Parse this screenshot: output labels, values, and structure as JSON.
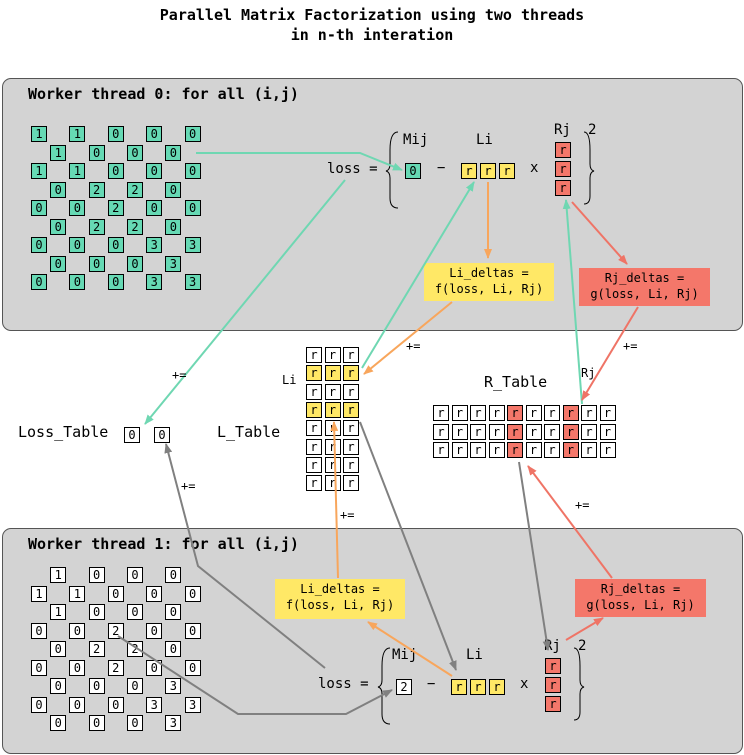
{
  "title": {
    "line1": "Parallel Matrix Factorization using two threads",
    "line2": "in n-th interation"
  },
  "worker0": {
    "title": "Worker thread 0: for all (i,j)",
    "matrix_rows": [
      [
        "1",
        "1",
        "0",
        "0",
        "0"
      ],
      [
        "1",
        "0",
        "0",
        "0"
      ],
      [
        "1",
        "1",
        "0",
        "0",
        "0"
      ],
      [
        "0",
        "2",
        "2",
        "0"
      ],
      [
        "0",
        "0",
        "2",
        "0",
        "0"
      ],
      [
        "0",
        "2",
        "2",
        "0"
      ],
      [
        "0",
        "0",
        "0",
        "3",
        "3"
      ],
      [
        "0",
        "0",
        "0",
        "3"
      ],
      [
        "0",
        "0",
        "0",
        "3",
        "3"
      ]
    ],
    "loss_label": "loss =",
    "mij_label": "Mij",
    "mij_value": "0",
    "minus": "−",
    "li_label": "Li",
    "times": "x",
    "rj_label": "Rj",
    "power": "2",
    "li_deltas_line1": "Li_deltas =",
    "li_deltas_line2": "f(loss, Li, Rj)",
    "rj_deltas_line1": "Rj_deltas =",
    "rj_deltas_line2": "g(loss, Li, Rj)"
  },
  "worker1": {
    "title": "Worker thread 1: for all (i,j)",
    "matrix_rows": [
      [
        "1",
        "0",
        "0",
        "0"
      ],
      [
        "1",
        "1",
        "0",
        "0",
        "0"
      ],
      [
        "1",
        "0",
        "0",
        "0"
      ],
      [
        "0",
        "0",
        "2",
        "0",
        "0"
      ],
      [
        "0",
        "2",
        "2",
        "0"
      ],
      [
        "0",
        "0",
        "2",
        "0",
        "0"
      ],
      [
        "0",
        "0",
        "0",
        "3"
      ],
      [
        "0",
        "0",
        "0",
        "3",
        "3"
      ],
      [
        "0",
        "0",
        "0",
        "3"
      ]
    ],
    "loss_label": "loss =",
    "mij_label": "Mij",
    "mij_value": "2",
    "minus": "−",
    "li_label": "Li",
    "times": "x",
    "rj_label": "Rj",
    "power": "2",
    "li_deltas_line1": "Li_deltas =",
    "li_deltas_line2": "f(loss, Li, Rj)",
    "rj_deltas_line1": "Rj_deltas =",
    "rj_deltas_line2": "g(loss, Li, Rj)"
  },
  "cell_r": "r",
  "loss_table": {
    "label": "Loss_Table",
    "values": [
      "0",
      "0"
    ]
  },
  "l_table": {
    "label": "L_Table",
    "row_label": "Li"
  },
  "r_table": {
    "label": "R_Table",
    "col_label": "Rj"
  },
  "plus_eq": "+=",
  "colors": {
    "teal": "#66d9b4",
    "yellow": "#ffe866",
    "red": "#f4776a",
    "orange_arrow": "#f8a65c",
    "teal_arrow": "#6fd7b2",
    "red_arrow": "#ef7466",
    "gray_arrow": "#808080",
    "panel": "#d3d3d3"
  }
}
